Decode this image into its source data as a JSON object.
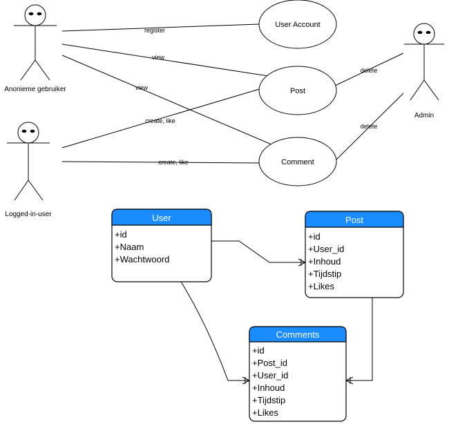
{
  "actors": [
    {
      "id": "anon",
      "label": "Anonieme gebruiker"
    },
    {
      "id": "logged",
      "label": "Logged-in-user"
    },
    {
      "id": "admin",
      "label": "Admin"
    }
  ],
  "usecases": [
    {
      "id": "account",
      "label": "User Account"
    },
    {
      "id": "post",
      "label": "Post"
    },
    {
      "id": "comment",
      "label": "Comment"
    }
  ],
  "edges": [
    {
      "id": "anon-register",
      "label": "register"
    },
    {
      "id": "anon-view-post",
      "label": "view"
    },
    {
      "id": "anon-view-comment",
      "label": "view"
    },
    {
      "id": "logged-post",
      "label": "create, like"
    },
    {
      "id": "logged-comment",
      "label": "create, like"
    },
    {
      "id": "admin-post",
      "label": "delete"
    },
    {
      "id": "admin-comment",
      "label": "delete"
    }
  ],
  "entities": [
    {
      "id": "user",
      "title": "User",
      "attributes": [
        "+id",
        "+Naam",
        "+Wachtwoord"
      ]
    },
    {
      "id": "post",
      "title": "Post",
      "attributes": [
        "+id",
        "+User_id",
        "+Inhoud",
        "+Tijdstip",
        "+Likes"
      ]
    },
    {
      "id": "comments",
      "title": "Comments",
      "attributes": [
        "+id",
        "+Post_id",
        "+User_id",
        "+Inhoud",
        "+Tijdstip",
        "+Likes"
      ]
    }
  ],
  "colors": {
    "entity_header": "#1a8cff",
    "line": "#000000",
    "background": "#ffffff"
  }
}
